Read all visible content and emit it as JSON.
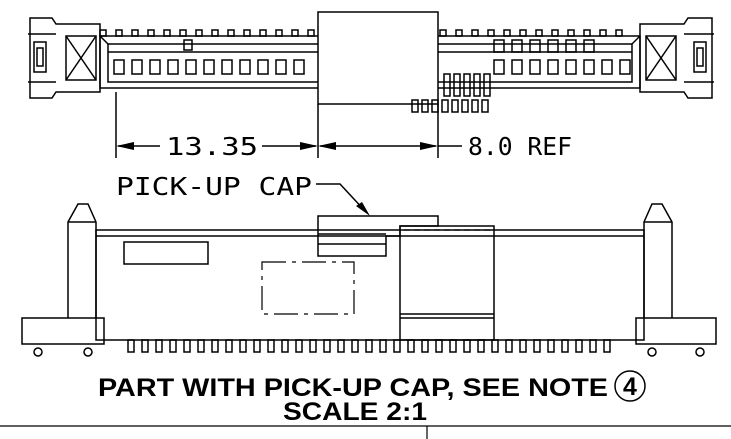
{
  "drawing": {
    "dim_left": "13.35",
    "dim_right": "8.0 REF",
    "pickup_label": "PICK-UP CAP",
    "caption_line1": "PART WITH PICK-UP CAP, SEE NOTE",
    "note_number": "4",
    "caption_line2": "SCALE 2:1"
  }
}
